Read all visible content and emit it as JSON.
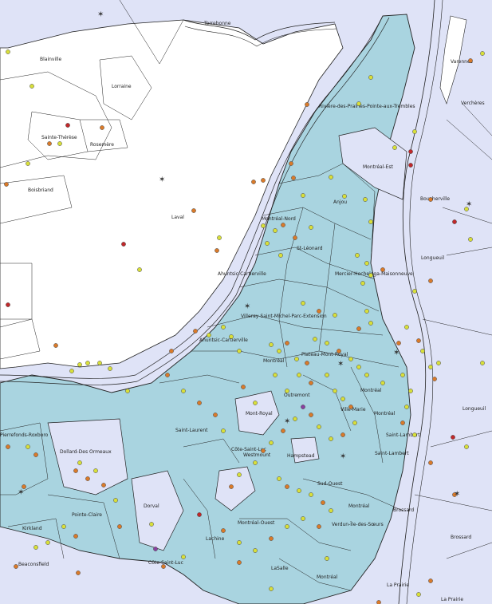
{
  "colors": {
    "background": "#dfe3f7",
    "montreal_fill": "#a9d4e0",
    "border": "#222222",
    "dot_yellow": "#d8df3a",
    "dot_orange": "#d97a2a",
    "dot_red": "#c0282a",
    "dot_purple": "#8a3fa0"
  },
  "labels": {
    "terrebonne": "Terrebonne",
    "blainville": "Blainville",
    "lorraine": "Lorraine",
    "sainte_therese": "Sainte-Thérèse",
    "rosemere": "Rosemère",
    "boisbriand": "Boisbriand",
    "varennes": "Varennes",
    "vercheres": "Verchères",
    "riviere_des_prairies": "Rivière-des-Prairies-Pointe-aux-Trembles",
    "montreal_est": "Montréal-Est",
    "anjou": "Anjou",
    "boucherville": "Boucherville",
    "laval": "Laval",
    "montreal_nord": "Montréal-Nord",
    "saint_leonard": "St-Léonard",
    "longueuil_top": "Longueuil",
    "mercier": "Mercier-Hochelaga-Maisonneuve",
    "ahuntsic_top": "Ahuntsic-Cartierville",
    "villeray": "Villeray-Saint-Michel-Parc-Extension",
    "ahuntsic_bottom": "Ahuntsic-Cartierville",
    "plateau": "Plateau-Mont-Royal",
    "montreal_center": "Montréal",
    "longueuil_right": "Longueuil",
    "montreal_east1": "Montréal",
    "montreal_east2": "Montréal",
    "saint_lambert1": "Saint-Lambert",
    "saint_lambert2": "Saint-Lambert",
    "ville_marie": "Ville-Marie",
    "outremont": "Outremont",
    "mont_royal": "Mont-Royal",
    "saint_laurent": "Saint-Laurent",
    "cote_saint_luc": "Côte-Saint-Luc",
    "westmount": "Westmount",
    "hampstead": "Hampstead",
    "sud_ouest": "Sud-Ouest",
    "montreal_sw": "Montréal",
    "verdun": "Verdun-Île-des-Sœurs",
    "montreal_ouest": "Montréal-Ouest",
    "pierrefonds": "Pierrefonds-Roxboro",
    "dollard": "Dollard-Des Ormeaux",
    "pointe_claire": "Pointe-Claire",
    "dorval": "Dorval",
    "lachine": "Lachine",
    "lasalle": "LaSalle",
    "montreal_south": "Montréal",
    "brossard_top": "Brossard",
    "brossard_bottom": "Brossard",
    "la_prairie1": "La Prairie",
    "la_prairie2": "La Prairie",
    "kirkland": "Kirkland",
    "beaconsfield": "Beaconsfield",
    "cote_saint_luc_bottom": "Côte-Saint-Luc"
  }
}
